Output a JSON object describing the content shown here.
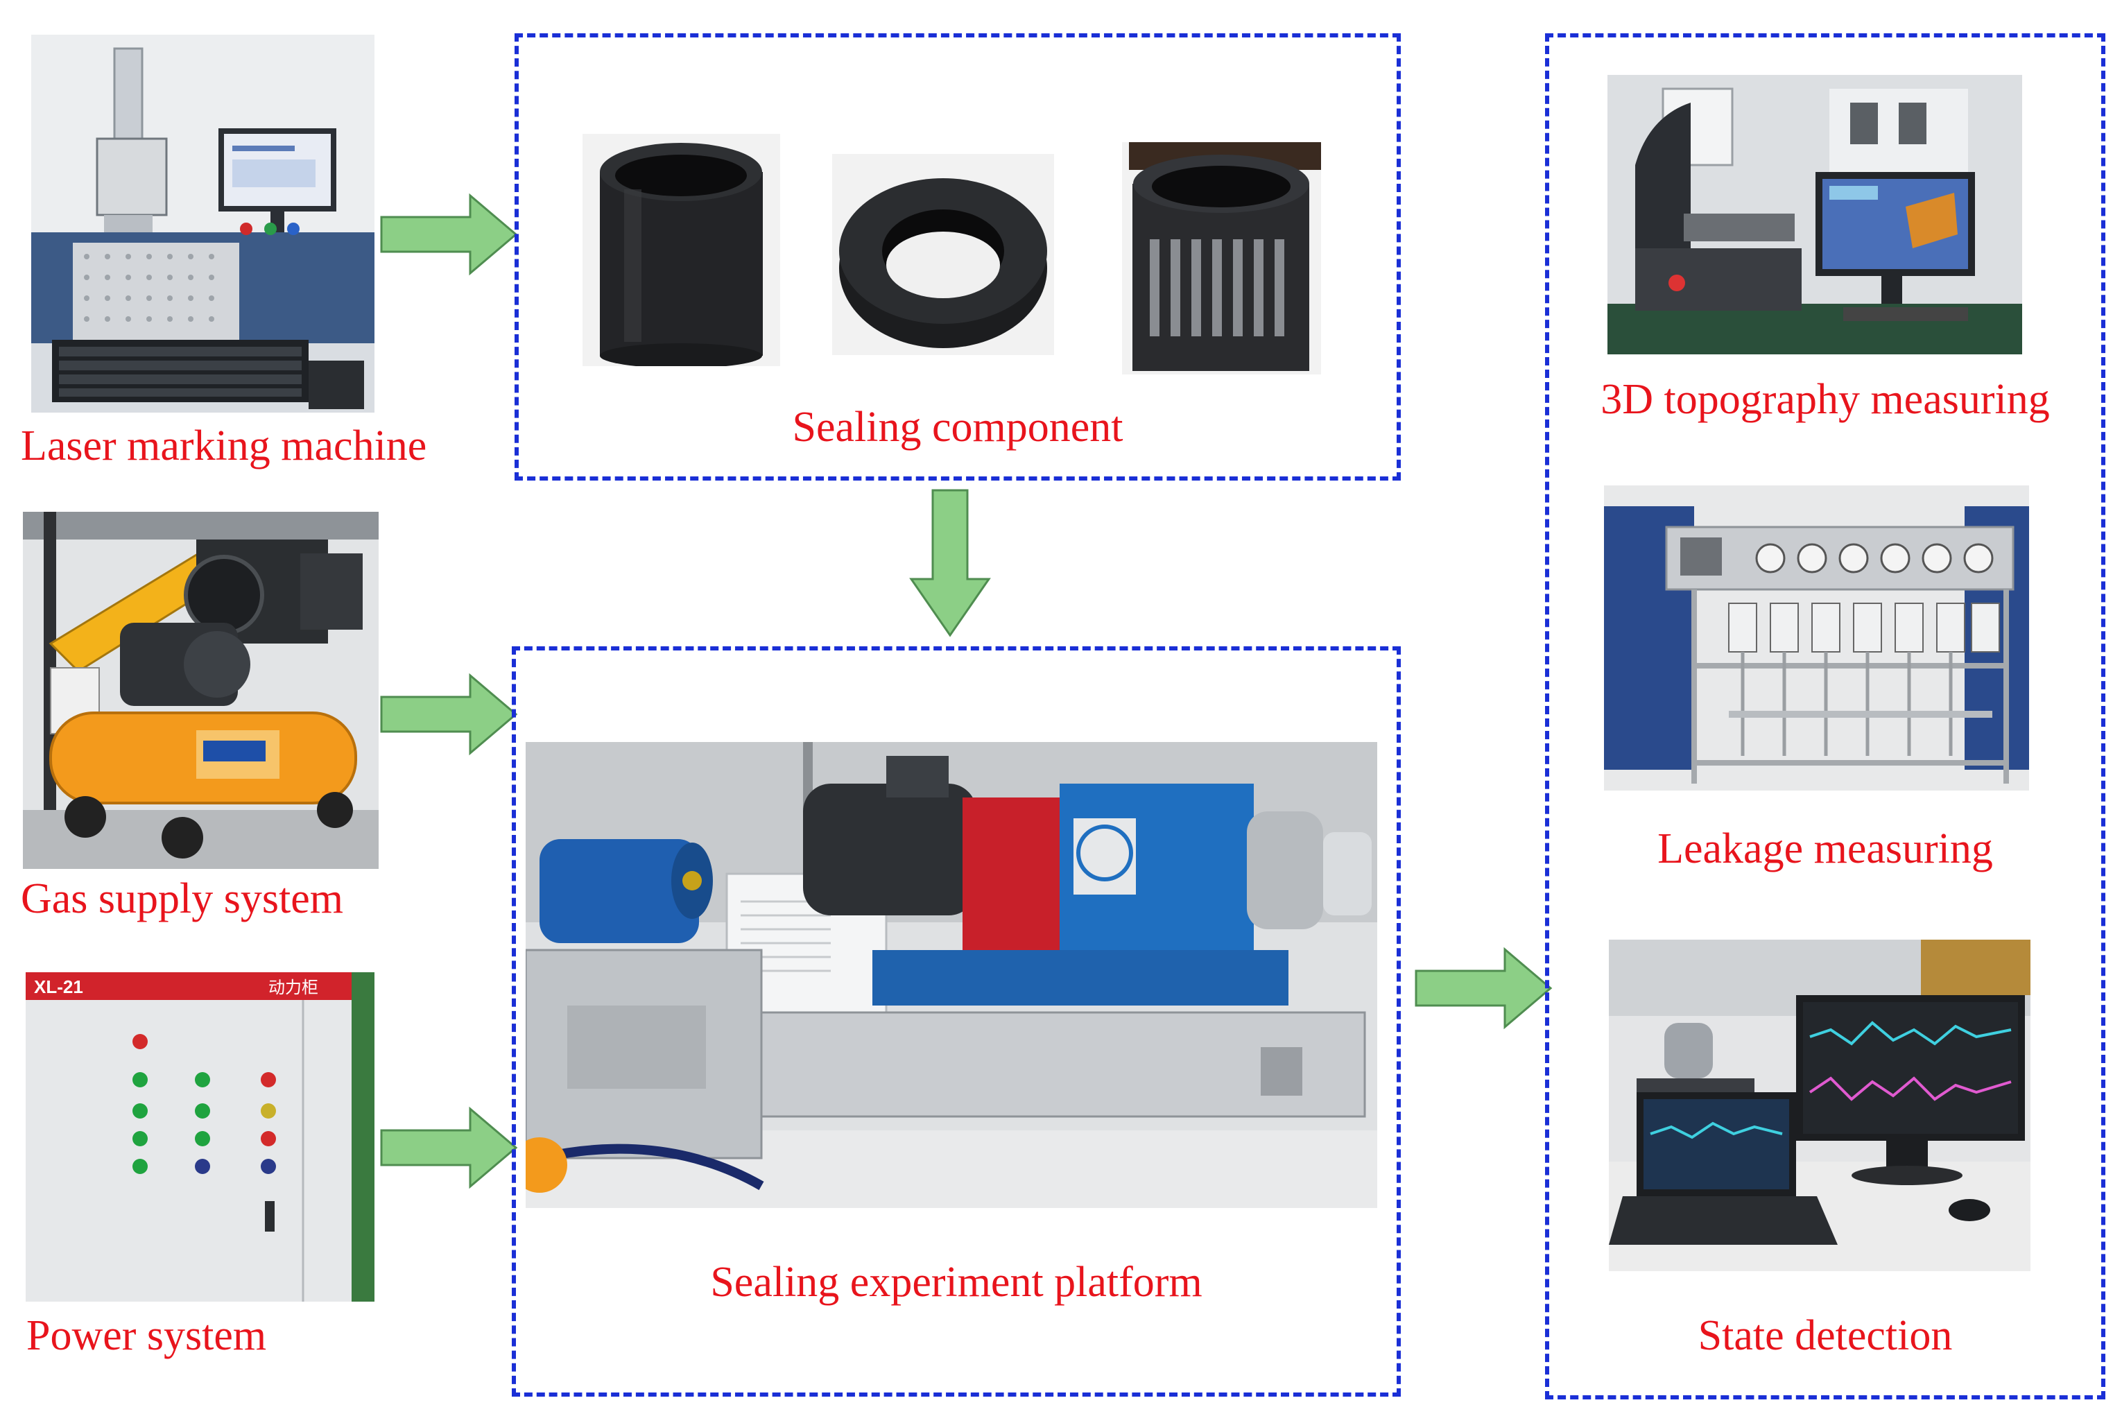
{
  "captions": {
    "laser": "Laser marking machine",
    "gas": "Gas supply system",
    "power": "Power system",
    "sealing_component": "Sealing component",
    "platform": "Sealing experiment platform",
    "topography": "3D topography measuring",
    "leakage": "Leakage measuring",
    "state": "State detection"
  },
  "photo_labels": {
    "cabinet_model": "XL-21",
    "cabinet_tag": "动力柜"
  },
  "colors": {
    "caption_red": "#e8141c",
    "dashed_blue": "#1a2fd6",
    "arrow_fill": "#8ccf86",
    "arrow_stroke": "#4f8d50",
    "compressor_orange": "#f39a1c",
    "motor_blue": "#1f6fc0",
    "coupling_red": "#c8202a"
  },
  "icons": [
    "right-arrow-icon",
    "down-arrow-icon"
  ]
}
